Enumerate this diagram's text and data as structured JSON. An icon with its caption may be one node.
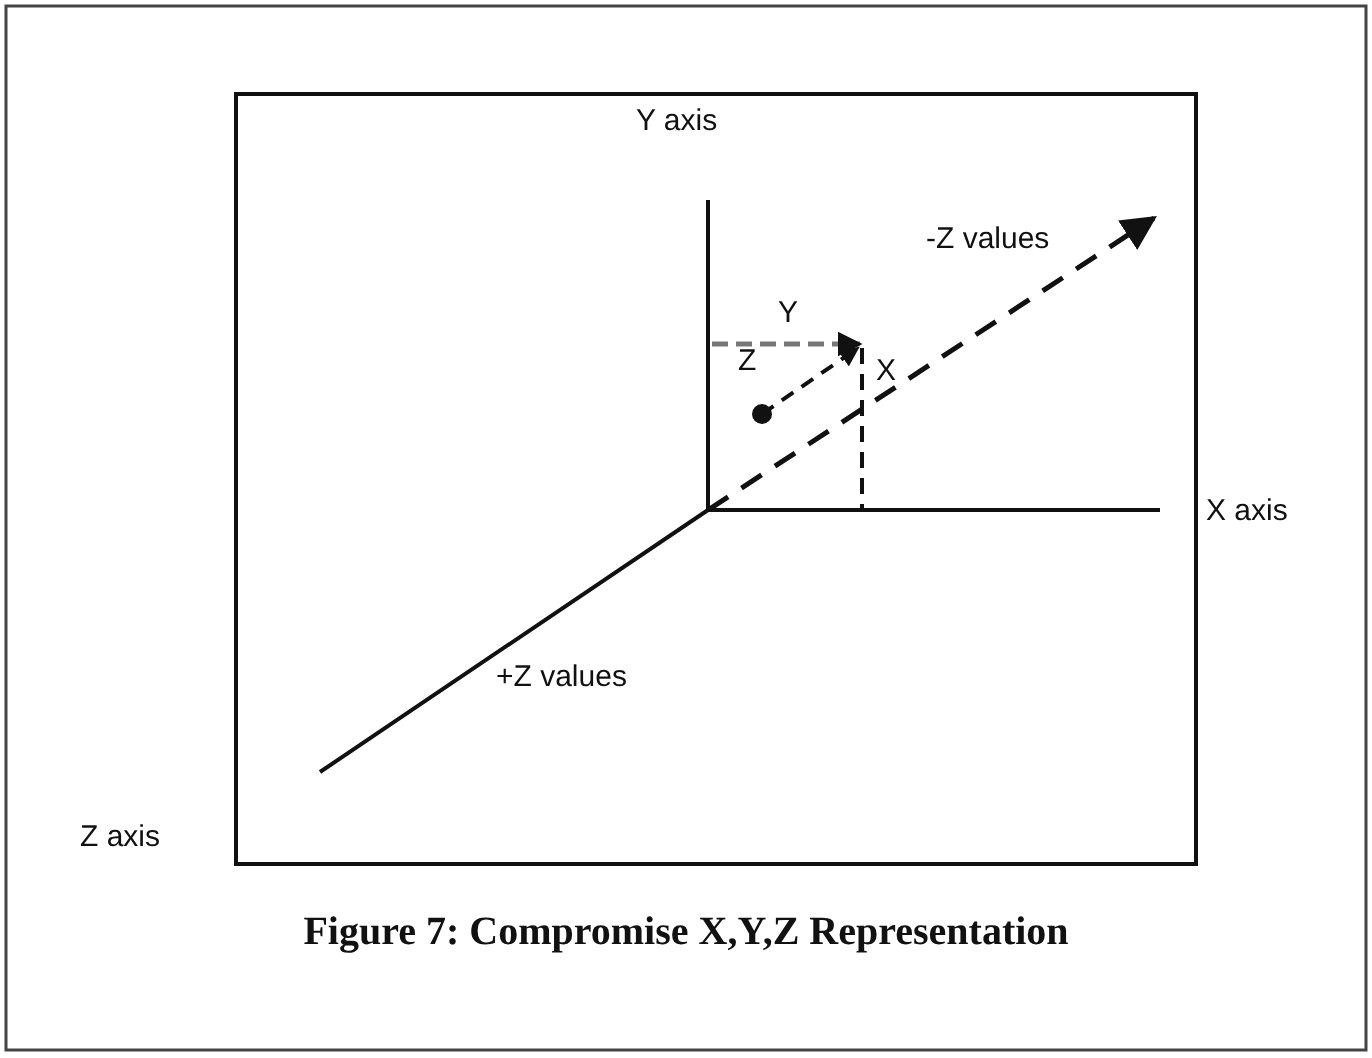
{
  "diagram": {
    "caption": "Figure 7: Compromise X,Y,Z Representation",
    "labels": [
      "Y axis",
      "-Z values",
      "Y",
      "Z",
      "X",
      "X axis",
      "+Z values",
      "Z axis"
    ]
  }
}
